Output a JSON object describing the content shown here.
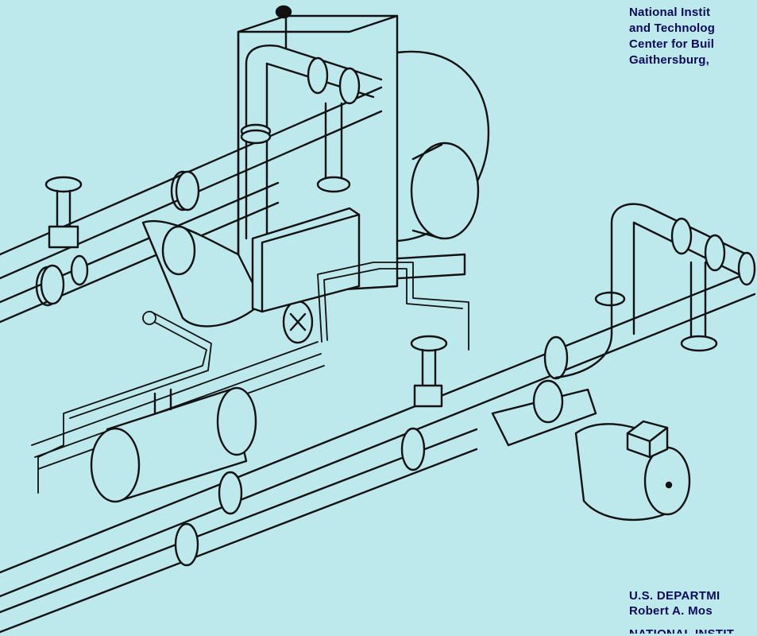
{
  "header": {
    "lines": [
      "National Instit",
      "and Technolog",
      "Center for Buil",
      "Gaithersburg,"
    ]
  },
  "footer": {
    "lines": [
      "U.S. DEPARTMI",
      "Robert A. Mos",
      "NATIONAL INSTIT"
    ]
  },
  "colors": {
    "background": "#bde8ec",
    "line_art": "#111111",
    "text": "#0a0a5a"
  },
  "illustration": {
    "subject": "isometric piping system drawing with pumps, valves and a fan housing"
  }
}
